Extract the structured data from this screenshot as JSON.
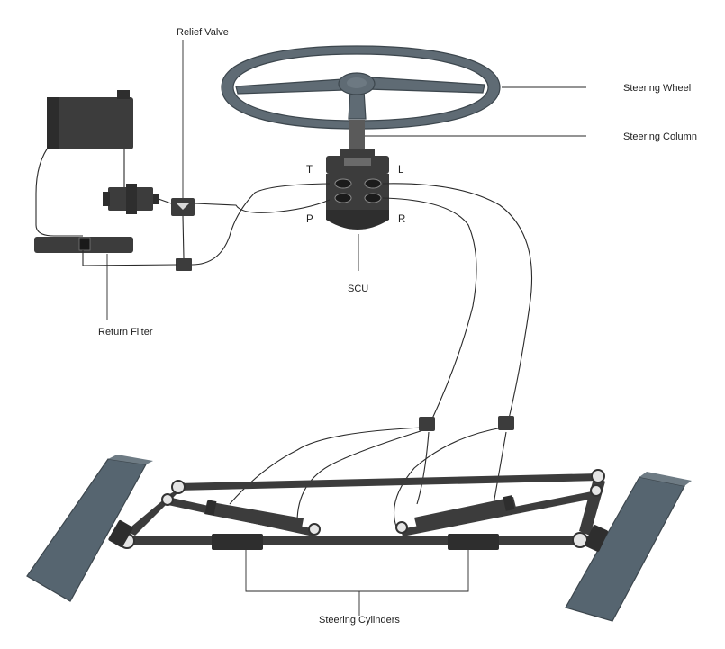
{
  "labels": {
    "relief_valve": "Relief Valve",
    "steering_wheel": "Steering Wheel",
    "steering_column": "Steering Column",
    "return_filter": "Return Filter",
    "scu": "SCU",
    "steering_cylinders": "Steering Cylinders"
  },
  "ports": {
    "t": "T",
    "l": "L",
    "p": "P",
    "r": "R"
  },
  "colors": {
    "component_dark": "#3c3c3c",
    "wheel": "#5f6b74",
    "tire": "#566570",
    "line": "#2a2a2a",
    "background": "#ffffff"
  }
}
